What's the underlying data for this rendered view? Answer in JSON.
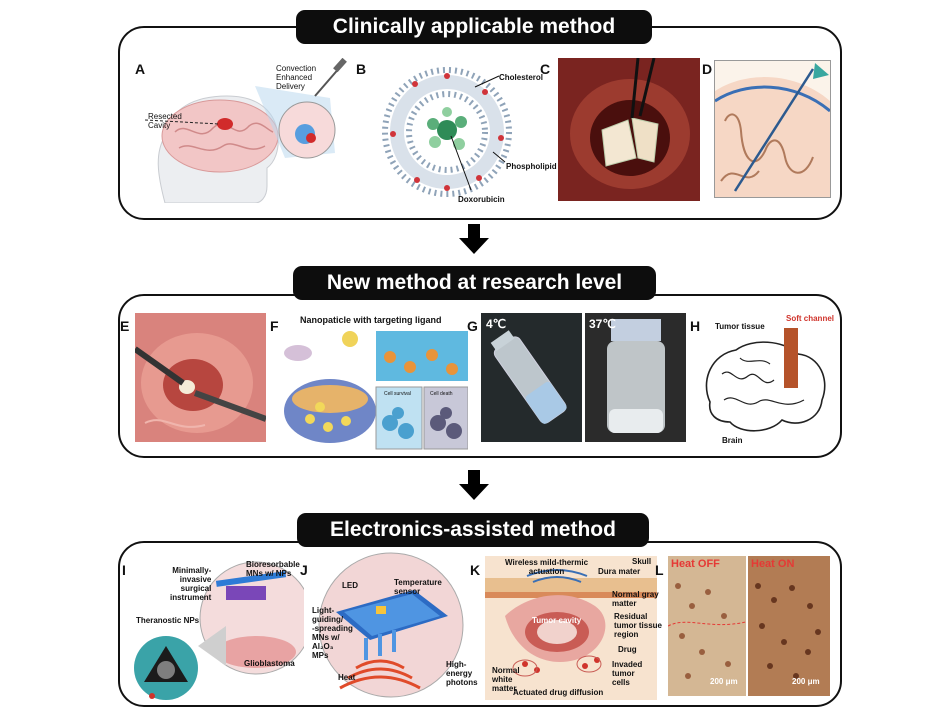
{
  "sections": {
    "s1": {
      "title": "Clinically applicable method"
    },
    "s2": {
      "title": "New method at research level"
    },
    "s3": {
      "title": "Electronics-assisted method"
    }
  },
  "panels": {
    "A": {
      "label": "A",
      "resected": "Resected\nCavity",
      "ced": "Convection\nEnhanced\nDelivery"
    },
    "B": {
      "label": "B",
      "cholesterol": "Cholesterol",
      "phospholipid": "Phospholipid",
      "doxorubicin": "Doxorubicin"
    },
    "C": {
      "label": "C"
    },
    "D": {
      "label": "D"
    },
    "E": {
      "label": "E"
    },
    "F": {
      "label": "F",
      "title": "Nanopaticle with targeting ligand",
      "survival": "Cell survival",
      "death": "Cell death"
    },
    "G": {
      "label": "G",
      "t1": "4℃",
      "t2": "37℃"
    },
    "H": {
      "label": "H",
      "tumor": "Tumor tissue",
      "channel": "Soft channel",
      "brain": "Brain"
    },
    "I": {
      "label": "I",
      "instrument": "Minimally-\ninvasive\nsurgical\ninstrument",
      "mns": "Bioresorbable\nMNs w/ NPs",
      "theranostic": "Theranostic NPs",
      "gbm": "Glioblastoma"
    },
    "J": {
      "label": "J",
      "led": "LED",
      "temp": "Temperature\nsensor",
      "light": "Light-\nguiding/\n-spreading\nMNs w/\nAl₂O₃\nMPs",
      "heat": "Heat",
      "photons": "High-\nenergy\nphotons"
    },
    "K": {
      "label": "K",
      "wireless": "Wireless mild-thermic\nactuation",
      "dura": "Dura mater",
      "skull": "Skull",
      "gray": "Normal gray\nmatter",
      "residual": "Residual\ntumor tissue\nregion",
      "cavity": "Tumor cavity",
      "drug": "Drug",
      "invaded": "Invaded\ntumor\ncells",
      "white": "Normal\nwhite\nmatter",
      "diffusion": "Actuated drug diffusion"
    },
    "L": {
      "label": "L",
      "off": "Heat OFF",
      "on": "Heat ON",
      "scale1": "200 μm",
      "scale2": "200 μm"
    }
  },
  "colors": {
    "banner": "#0d0d0d",
    "accent_red": "#e53935",
    "brain_pink": "#f2c6c6",
    "tissue_brown": "#8b4a2b"
  }
}
